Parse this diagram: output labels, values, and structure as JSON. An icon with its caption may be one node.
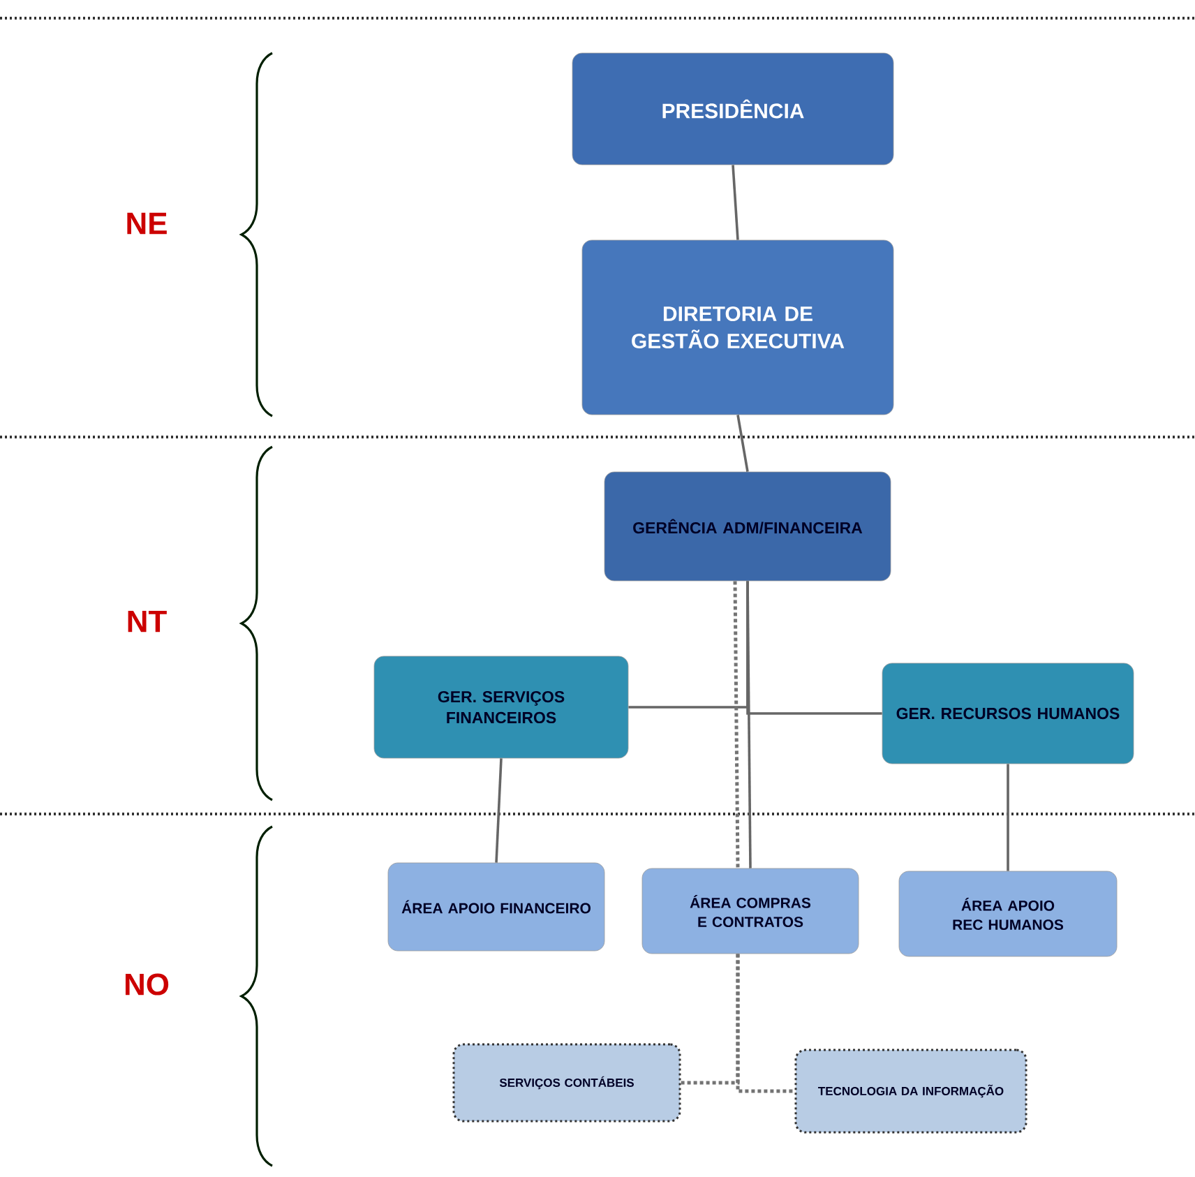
{
  "diagram": {
    "nodes": [
      {
        "text": [
          "PRESIDÊNCIA"
        ]
      },
      {
        "text": [
          "DIRETORIA DE GESTÃO EXECUTIVA"
        ]
      },
      {
        "text": [
          "GERÊNCIA ADM/FINANCEIRA"
        ]
      },
      {
        "text": [
          "GER. SERVIÇOS FINANCEIROS"
        ]
      },
      {
        "text": [
          "GER. RECURSOS HUMANOS"
        ]
      },
      {
        "text": [
          "ÁREA APOIO FINANCEIRO"
        ]
      },
      {
        "text": [
          "ÁREA COMPRAS E CONTRATOS"
        ]
      },
      {
        "text": [
          "ÁREA APOIO REC HUMANOS"
        ]
      },
      {
        "text": [
          "SERVIÇOS CONTÁBEIS"
        ]
      },
      {
        "text": [
          "TECNOLOGIA DA INFORMAÇÃO"
        ]
      }
    ],
    "edges": [
      {
        "from": 0,
        "to": 1,
        "arrow": "none"
      },
      {
        "from": 1,
        "to": 2,
        "arrow": "none"
      },
      {
        "from": 2,
        "to": 3,
        "arrow": "none"
      },
      {
        "from": 2,
        "to": 4,
        "arrow": "none"
      },
      {
        "from": 2,
        "to": 6,
        "arrow": "none"
      },
      {
        "from": 2,
        "to": 6,
        "arrow": "none",
        "style": "dashed"
      },
      {
        "from": 3,
        "to": 5,
        "arrow": "none"
      },
      {
        "from": 4,
        "to": 7,
        "arrow": "none"
      },
      {
        "from": 6,
        "to": 8,
        "arrow": "none",
        "style": "dashed"
      },
      {
        "from": 6,
        "to": 9,
        "arrow": "none",
        "style": "dashed"
      }
    ],
    "labels": [
      "NE",
      "NT",
      "NO"
    ]
  }
}
